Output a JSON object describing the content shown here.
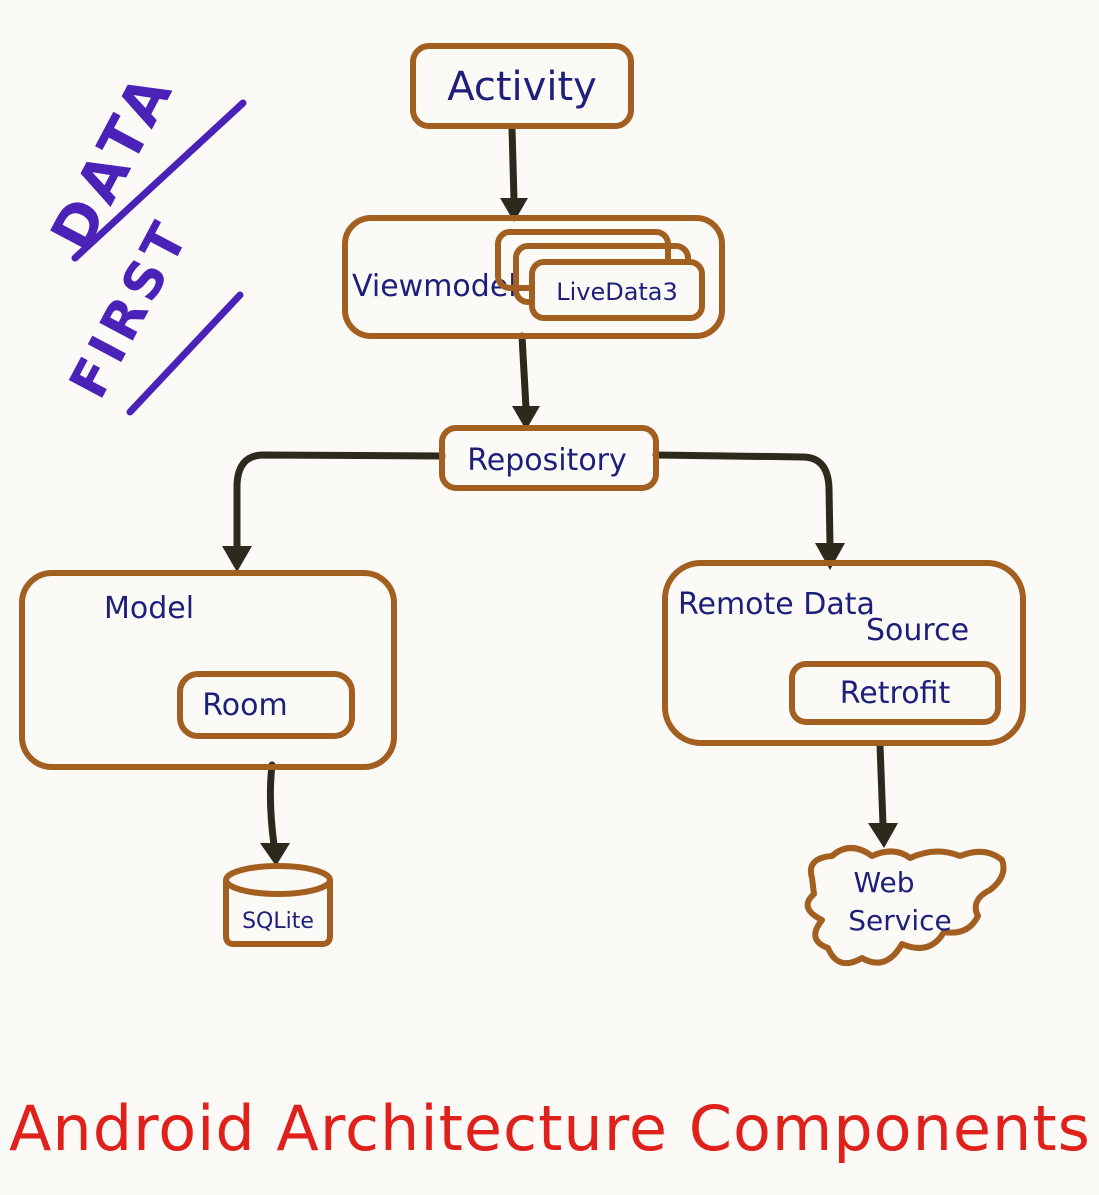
{
  "side_note": {
    "line1": "DATA",
    "line2": "FIRST"
  },
  "nodes": {
    "activity": "Activity",
    "viewmodel": "Viewmodel",
    "livedata": "LiveData3",
    "repository": "Repository",
    "model": "Model",
    "room": "Room",
    "sqlite": "SQLite",
    "remote_data_source_line1": "Remote Data",
    "remote_data_source_line2": "Source",
    "retrofit": "Retrofit",
    "web_service_line1": "Web",
    "web_service_line2": "Service"
  },
  "caption": "Android Architecture Components",
  "colors": {
    "box_stroke": "#a35f1f",
    "label_ink": "#1d1f7a",
    "arrow_ink": "#2c2a1c",
    "side_note_ink": "#4b22b8",
    "caption_ink": "#e0201a"
  }
}
